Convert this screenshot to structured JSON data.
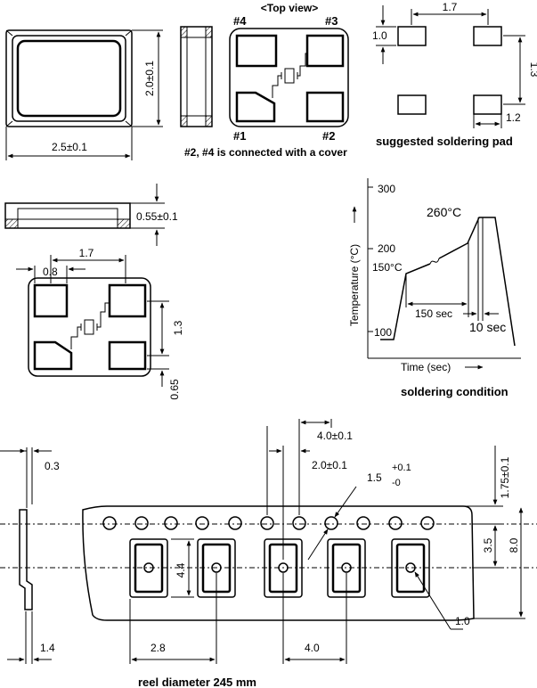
{
  "package": {
    "width_dim": "2.5±0.1",
    "height_dim": "2.0±0.1",
    "thickness_dim": "0.55±0.1"
  },
  "top_view": {
    "title": "<Top view>",
    "pin1": "#1",
    "pin2": "#2",
    "pin3": "#3",
    "pin4": "#4",
    "note": "#2, #4 is connected with a cover"
  },
  "pad": {
    "dim_pitch_x": "1.7",
    "dim_pad_h": "1.0",
    "dim_pitch_y": "1.3",
    "dim_pad_w": "1.2",
    "caption": "suggested soldering pad"
  },
  "bottom_view": {
    "dim_pitch_x": "1.7",
    "dim_pad_w": "0.8",
    "dim_pitch_y": "1.3",
    "dim_pad_h": "0.65"
  },
  "profile": {
    "y_axis_label": "Temperature (°C)",
    "x_axis_label": "Time (sec)",
    "ticks": [
      "300",
      "200",
      "100"
    ],
    "peak_label": "260°C",
    "preheat_label": "150°C",
    "dur_label_1": "150 sec",
    "dur_label_2": "10 sec",
    "caption": "soldering condition"
  },
  "tape": {
    "dim_pitch_holes": "4.0±0.1",
    "dim_hole_to_pocket": "2.0±0.1",
    "dim_hole_dia": "1.5",
    "dim_hole_tol_plus": "+0.1",
    "dim_hole_tol_minus": "-0",
    "dim_edge": "1.75±0.1",
    "dim_center": "3.5",
    "dim_width": "8.0",
    "dim_pocket_len": "4.4",
    "dim_thickness": "0.3",
    "dim_depth": "1.4",
    "dim_pocket_w": "2.8",
    "dim_pocket_pitch": "4.0",
    "dim_bottom_hole": "1.0",
    "caption": "reel diameter 245 mm"
  }
}
